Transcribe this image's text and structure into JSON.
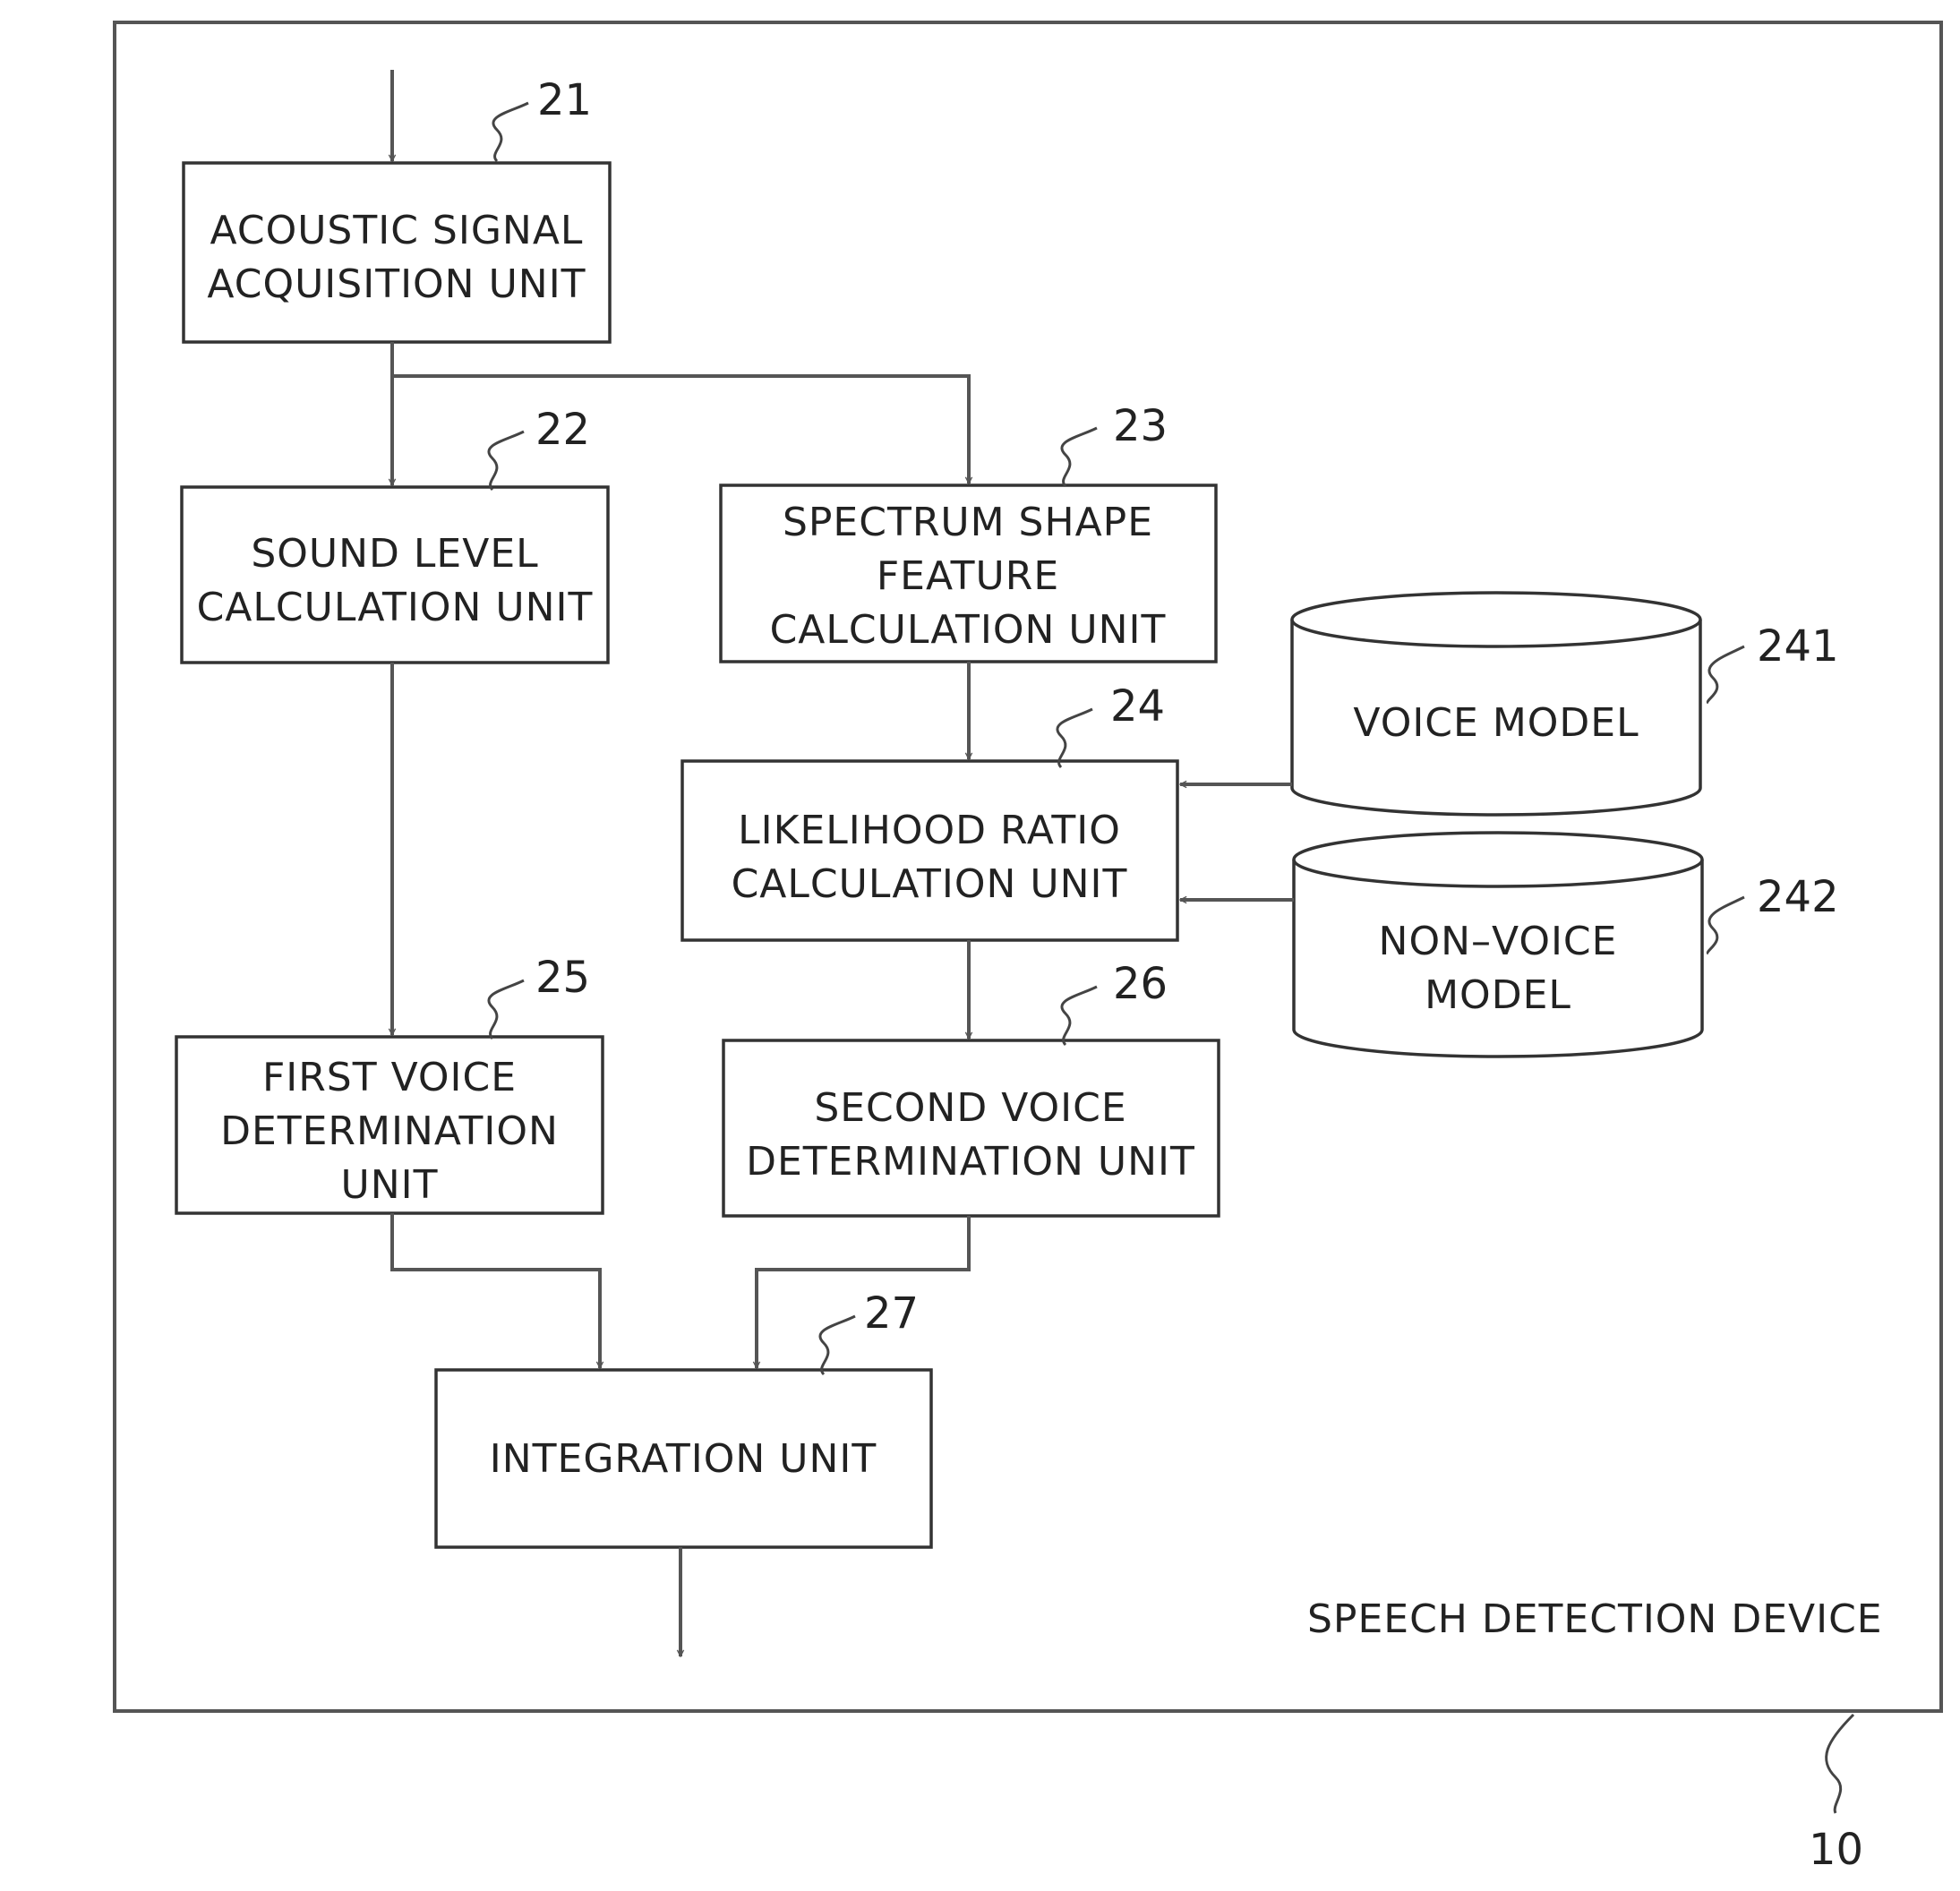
{
  "device": {
    "caption": "SPEECH DETECTION DEVICE",
    "ref": "10"
  },
  "units": {
    "acoustic": {
      "ref": "21",
      "lines": [
        "ACOUSTIC SIGNAL",
        "ACQUISITION UNIT"
      ]
    },
    "sound_level": {
      "ref": "22",
      "lines": [
        "SOUND LEVEL",
        "CALCULATION UNIT"
      ]
    },
    "spectrum": {
      "ref": "23",
      "lines": [
        "SPECTRUM SHAPE",
        "FEATURE",
        "CALCULATION UNIT"
      ]
    },
    "likelihood": {
      "ref": "24",
      "lines": [
        "LIKELIHOOD RATIO",
        "CALCULATION UNIT"
      ]
    },
    "first_voice": {
      "ref": "25",
      "lines": [
        "FIRST VOICE",
        "DETERMINATION",
        "UNIT"
      ]
    },
    "second_voice": {
      "ref": "26",
      "lines": [
        "SECOND VOICE",
        "DETERMINATION UNIT"
      ]
    },
    "integration": {
      "ref": "27",
      "lines": [
        "INTEGRATION UNIT"
      ]
    }
  },
  "models": {
    "voice": {
      "ref": "241",
      "lines": [
        "VOICE MODEL"
      ]
    },
    "non_voice": {
      "ref": "242",
      "lines": [
        "NON–VOICE",
        "MODEL"
      ]
    }
  }
}
